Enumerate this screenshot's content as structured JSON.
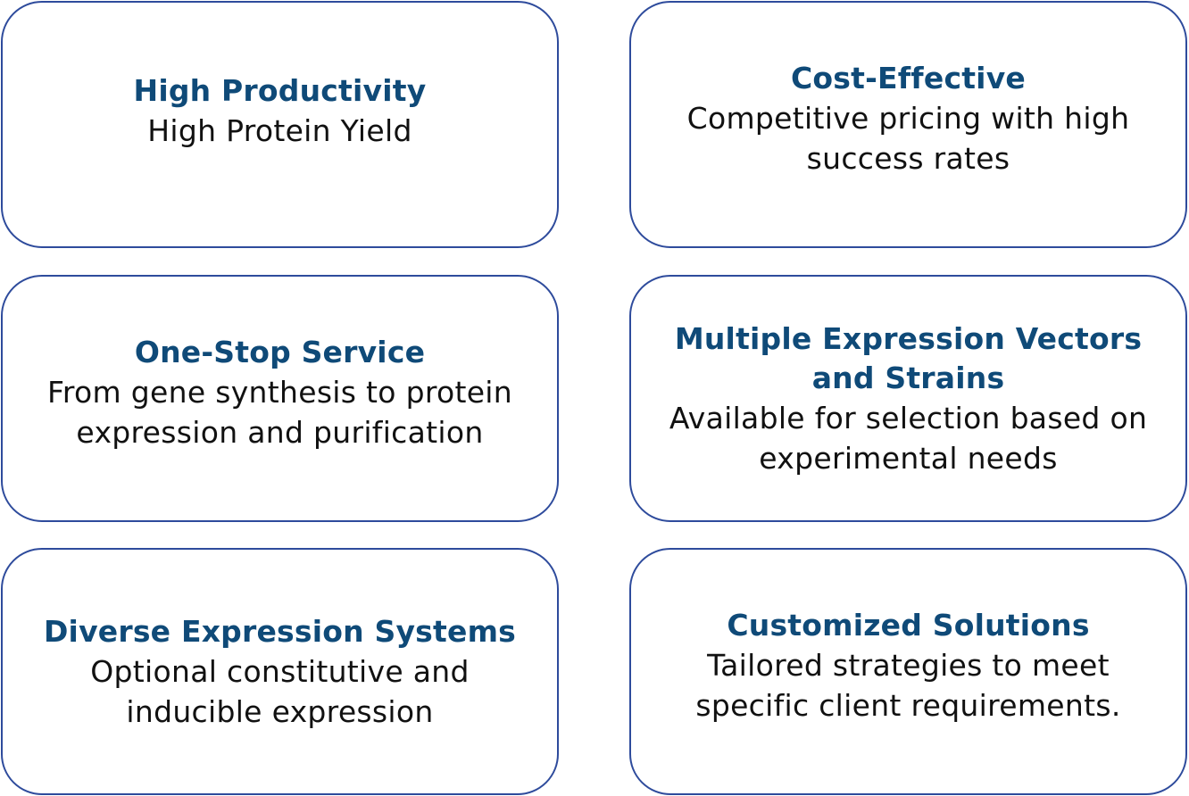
{
  "cards": [
    {
      "title": "High Productivity",
      "description": "High Protein Yield"
    },
    {
      "title": "Cost-Effective",
      "description": "Competitive pricing with high success rates"
    },
    {
      "title": "One-Stop Service",
      "description": "From gene synthesis to protein expression and purification"
    },
    {
      "title": "Multiple Expression Vectors and Strains",
      "description": "Available for selection based on experimental needs"
    },
    {
      "title": "Diverse Expression Systems",
      "description": "Optional constitutive and inducible expression"
    },
    {
      "title": "Customized Solutions",
      "description": "Tailored strategies to meet specific client requirements."
    }
  ],
  "colors": {
    "border": "#2e4b9c",
    "title": "#0f4a78",
    "text": "#111111"
  }
}
